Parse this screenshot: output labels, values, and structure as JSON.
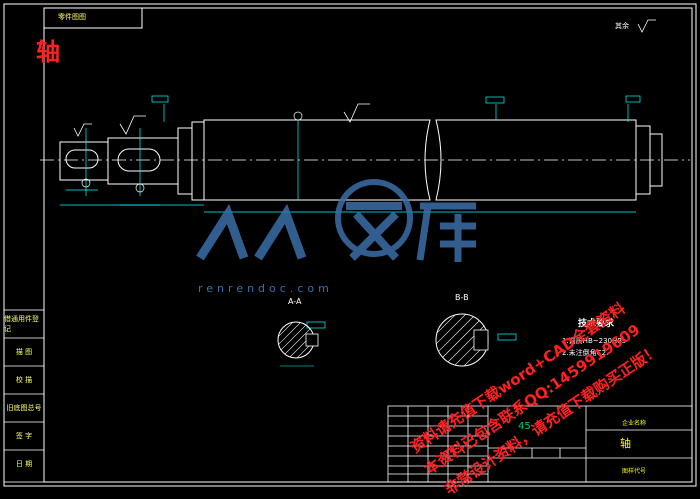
{
  "header_box": "零件图图",
  "top_right_note": "其余",
  "part_char": "轴",
  "section_aa": "A-A",
  "section_bb": "B-B",
  "tech": {
    "title": "技术要求",
    "item1": "1.调质HB~230HBs",
    "item2": "2.未注倒角C2."
  },
  "side_labels": [
    "借通用件登记",
    "描 图",
    "校 描",
    "旧底图总号",
    "签 字",
    "日 期"
  ],
  "title_block": {
    "material": "45",
    "company": "企业名称",
    "part_name": "轴",
    "drawing_no": "图样代号"
  },
  "watermark": {
    "brand_latin": "renrendoc.com",
    "lines": [
      "资料请充值下载word+CAD全套资料",
      "本资料已包含联系QQ:1459919609",
      "非常设计资料，请充值下载购买正版！"
    ]
  },
  "colors": {
    "background": "#000000",
    "frame": "#ffffff",
    "dim": "#00ffff",
    "title_text": "#ffff00",
    "watermark": "#ff2020",
    "logo": "#3b6fa8"
  }
}
